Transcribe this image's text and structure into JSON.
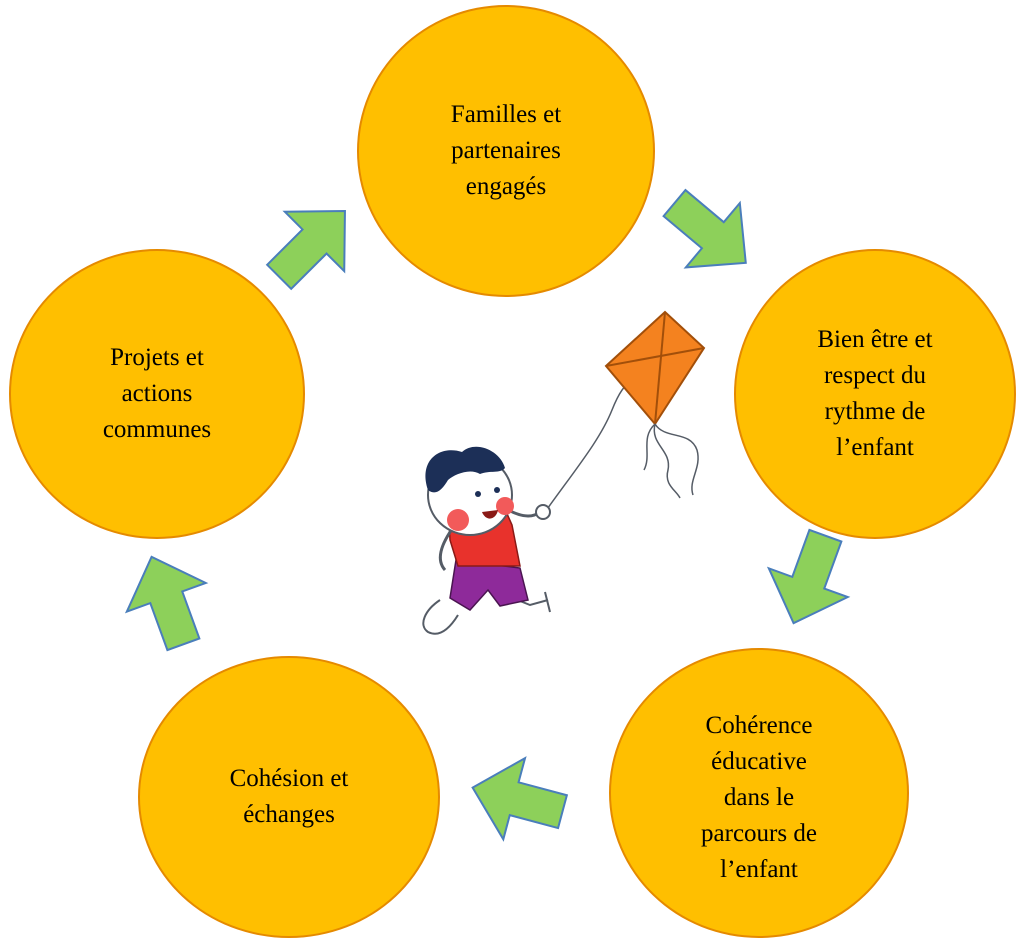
{
  "diagram": {
    "nodes": [
      {
        "id": "n1",
        "label": "Familles et\npartenaires\nengagés"
      },
      {
        "id": "n2",
        "label": "Bien être et\nrespect du\nrythme de\nl’enfant"
      },
      {
        "id": "n3",
        "label": "Cohérence\néducative\ndans le\nparcours de\nl’enfant"
      },
      {
        "id": "n4",
        "label": "Cohésion et\néchanges"
      },
      {
        "id": "n5",
        "label": "Projets et\nactions\ncommunes"
      }
    ],
    "arrows": [
      {
        "from": "n5",
        "to": "n1"
      },
      {
        "from": "n1",
        "to": "n2"
      },
      {
        "from": "n2",
        "to": "n3"
      },
      {
        "from": "n3",
        "to": "n4"
      },
      {
        "from": "n4",
        "to": "n5"
      }
    ],
    "illustration": "child-flying-kite",
    "colors": {
      "node_fill": "#ffbf00",
      "node_border": "#e58a00",
      "arrow_fill": "#8dd05a",
      "arrow_border": "#4a7ebb",
      "kite_fill": "#f4821f",
      "shirt": "#e8322c",
      "shorts": "#8e2a9a",
      "hair": "#1c2f57",
      "cheek": "#f25a5a"
    }
  }
}
